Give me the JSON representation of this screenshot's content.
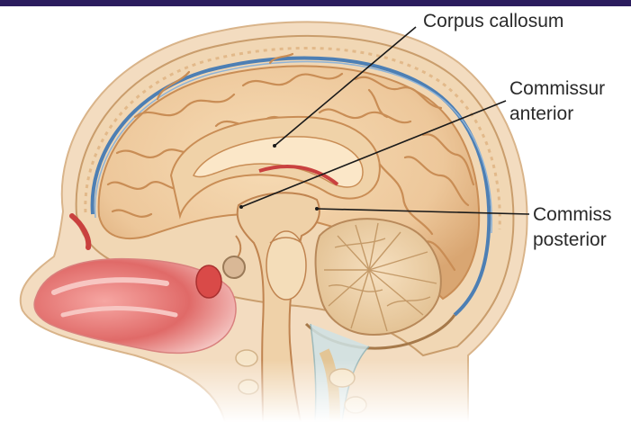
{
  "labels": {
    "corpus_callosum": "Corpus callosum",
    "commissura_anterior": [
      "Commissur",
      "anterior"
    ],
    "commissura_posterior": [
      "Commiss",
      "posterior"
    ]
  },
  "colors": {
    "header_bar": "#2b1d5e",
    "brain": "#edc79a",
    "brain_shadow": "#c98d55",
    "skull": "#f1d7b4",
    "meninges_blue": "#4d7fb4",
    "mucosa_red": "#e06a68",
    "leader_line": "#1a1a1a"
  }
}
